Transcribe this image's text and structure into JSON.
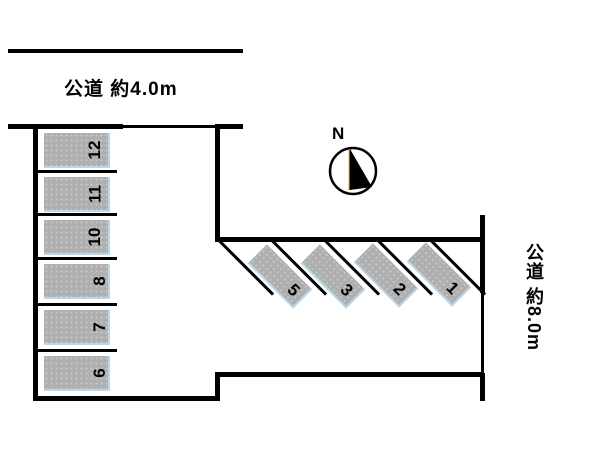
{
  "roads": {
    "top_label": "公道 約4.0m",
    "right_label": "公道 約8.0m"
  },
  "compass": {
    "label": "N"
  },
  "parking": {
    "left_spaces": [
      "12",
      "11",
      "10",
      "8",
      "7",
      "6"
    ],
    "diagonal_spaces": [
      "5",
      "3",
      "2",
      "1"
    ]
  },
  "colors": {
    "line": "#000000",
    "space_fill": "#afafaf",
    "space_edge_highlight": "#b9d7ec",
    "arrow_accent": "#8a6a00"
  }
}
